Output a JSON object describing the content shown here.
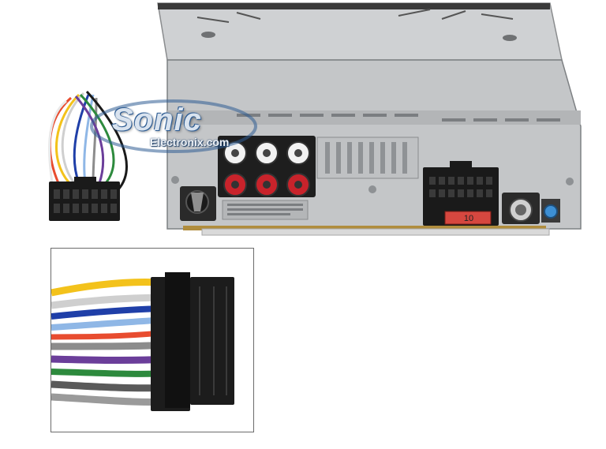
{
  "watermark": {
    "brand_line1": "Sonic",
    "brand_line2": "Electronix.com"
  },
  "fuse": {
    "rating": "10"
  },
  "colors": {
    "chassis": "#c9cbcd",
    "chassis_dark": "#9ea1a4",
    "rca_white": "#f2f2f2",
    "rca_red": "#c8232b",
    "connector_black": "#1a1a1a",
    "watermark_blue": "#2f5d93"
  },
  "wire_colors": [
    "#f3c21b",
    "#cfcfcf",
    "#1f3fa8",
    "#8fb7e6",
    "#e84c2f",
    "#8c8c8c",
    "#6b3e9a",
    "#2d8a3d",
    "#5a5a5a",
    "#e9e9e9"
  ]
}
